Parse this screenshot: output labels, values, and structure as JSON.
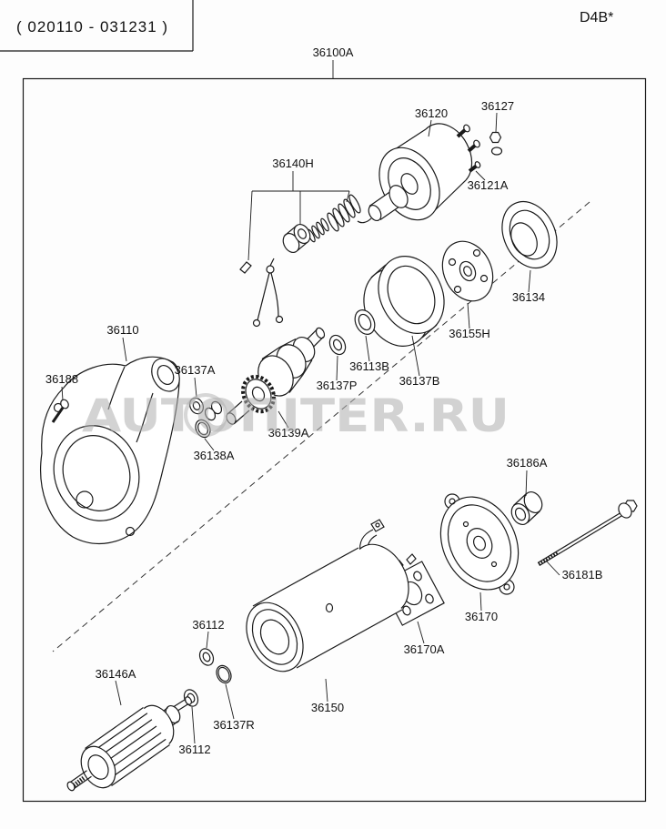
{
  "header": {
    "date_range": "( 020110 - 031231 )",
    "model_code": "D4B*"
  },
  "watermark": "AUTOПITER.RU",
  "colors": {
    "ink": "#1a1a1a",
    "watermark": "#b0b0b0",
    "background": "#fdfdfd"
  },
  "part_labels": {
    "p36100A": "36100A",
    "p36120": "36120",
    "p36127": "36127",
    "p36121A": "36121A",
    "p36140H": "36140H",
    "p36134": "36134",
    "p36155H": "36155H",
    "p36137B": "36137B",
    "p36113B": "36113B",
    "p36137P": "36137P",
    "p36110": "36110",
    "p36188": "36188",
    "p36137A": "36137A",
    "p36139A": "36139A",
    "p36138A": "36138A",
    "p36186A": "36186A",
    "p36181B": "36181B",
    "p36170": "36170",
    "p36170A": "36170A",
    "p36150": "36150",
    "p36112_upper": "36112",
    "p36137R": "36137R",
    "p36146A": "36146A",
    "p36112_lower": "36112"
  }
}
